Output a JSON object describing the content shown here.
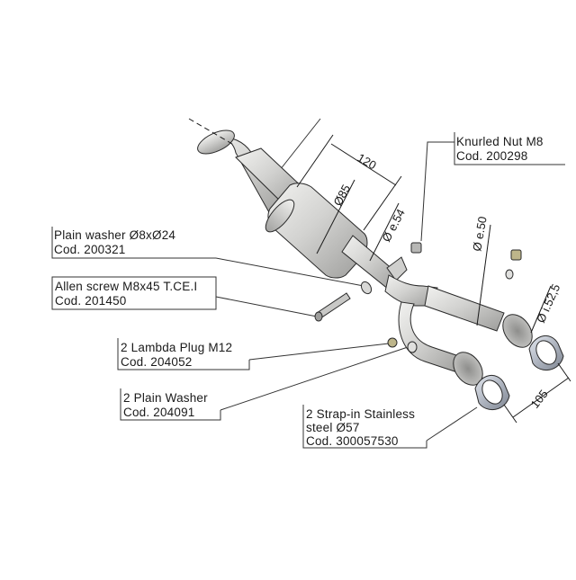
{
  "labels": {
    "plain_washer_m8": {
      "name": "Plain washer Ø8xØ24",
      "code": "Cod. 200321"
    },
    "allen_screw": {
      "name": "Allen screw M8x45 T.CE.I",
      "code": "Cod. 201450"
    },
    "lambda_plug": {
      "name": "2 Lambda Plug M12",
      "code": "Cod. 204052"
    },
    "plain_washer_2": {
      "name": "2 Plain Washer",
      "code": "Cod. 204091"
    },
    "strap_clamp": {
      "name1": "2 Strap-in Stainless",
      "name2": "steel Ø57",
      "code": "Cod. 300057530"
    },
    "knurled_nut": {
      "name": "Knurled Nut M8",
      "code": "Cod. 200298"
    }
  },
  "dimensions": {
    "length_120": "120",
    "dia_85": "Ø85",
    "dia_e54": "Ø e.54",
    "dia_e50": "Ø e.50",
    "dia_i52_5": "Ø i.52,5",
    "spacing_105": "105"
  },
  "colors": {
    "line": "#1a1a1a",
    "metal_light": "#e6e6e4",
    "metal_mid": "#c4c4c2",
    "metal_dark": "#9a9a98",
    "clamp": "#b9bec8"
  }
}
